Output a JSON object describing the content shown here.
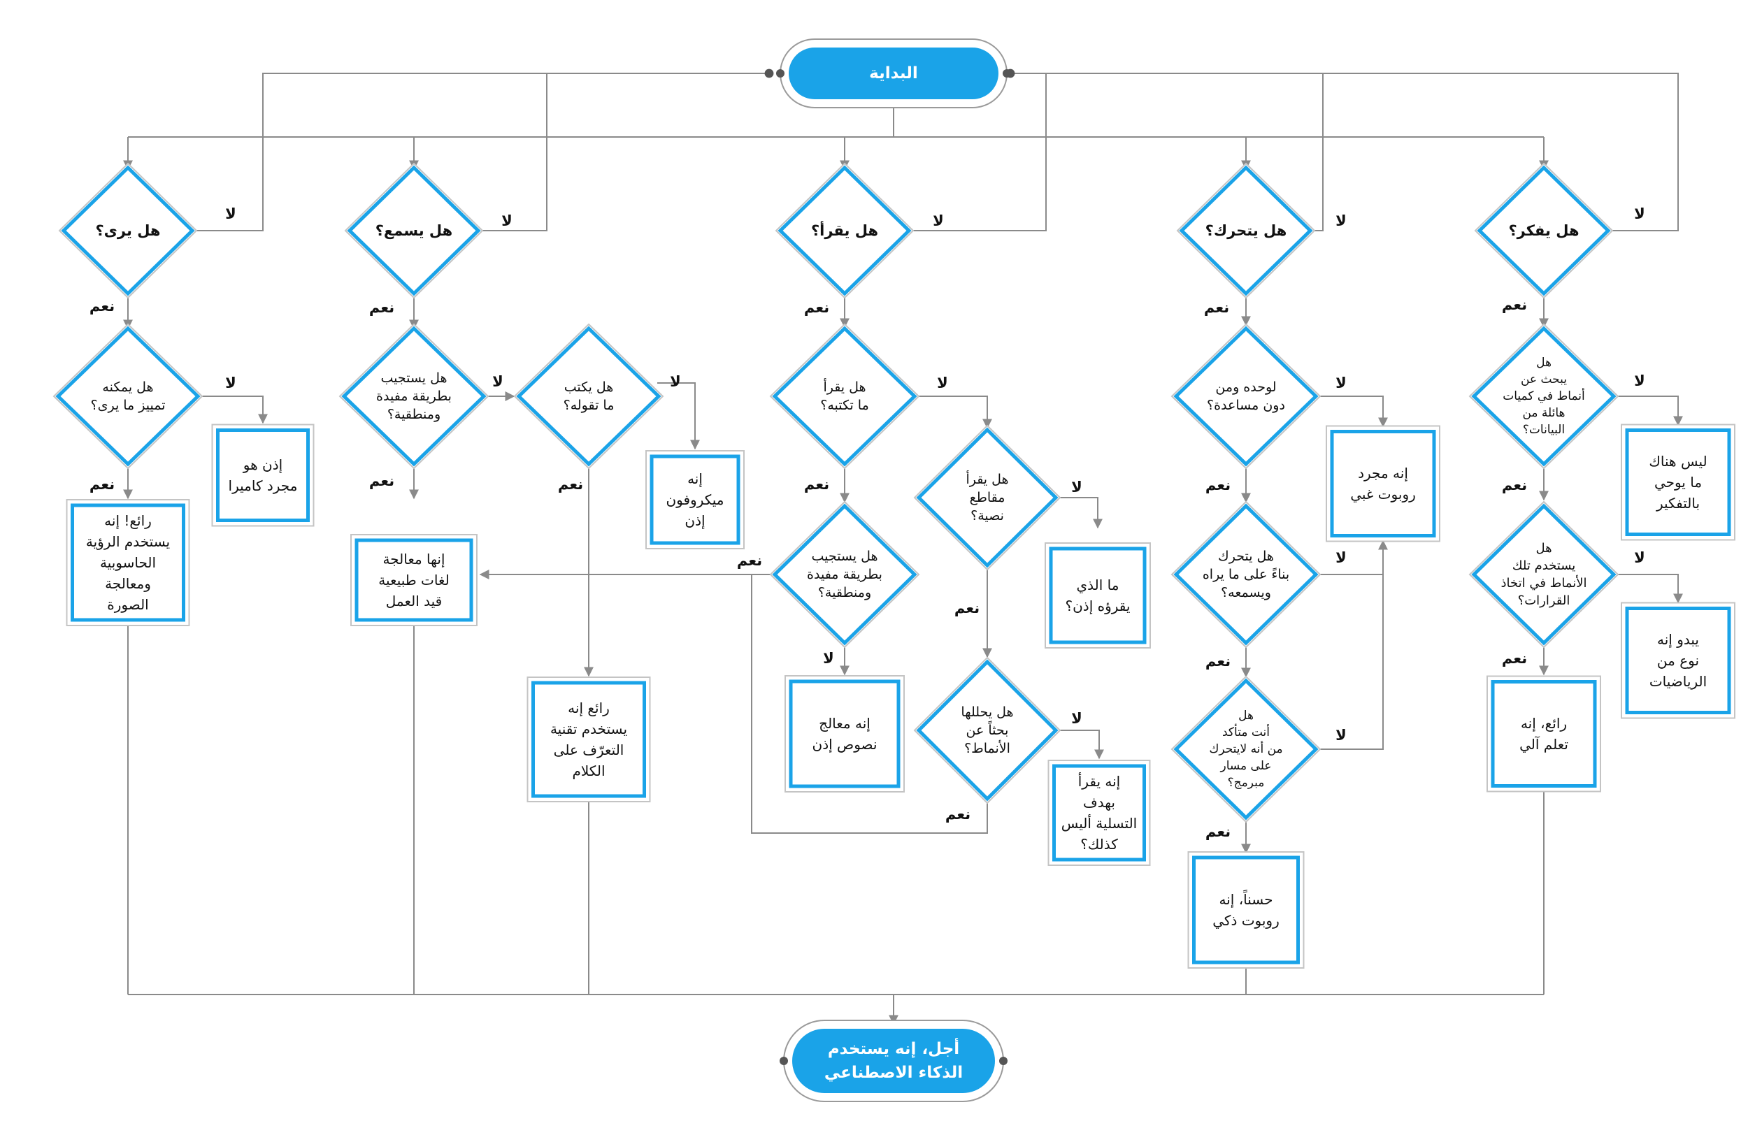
{
  "start": {
    "label": "البداية"
  },
  "end": {
    "lines": [
      "أجل، إنه يستخدم",
      "الذكاء الاصطناعي"
    ]
  },
  "edge_labels": {
    "yes": "نعم",
    "no": "لا"
  },
  "questions": {
    "q1": [
      "هل يرى؟"
    ],
    "q2": [
      "هل يسمع؟"
    ],
    "q3": [
      "هل يقرأ؟"
    ],
    "q4": [
      "هل يتحرك؟"
    ],
    "q5": [
      "هل يفكر؟"
    ],
    "q1a": [
      "هل يمكنه",
      "تمييز ما يرى؟"
    ],
    "q2a": [
      "هل يستجيب",
      "بطريقة مفيدة",
      "ومنطقية؟"
    ],
    "q2b": [
      "هل يكتب",
      "ما تقوله؟"
    ],
    "q3a": [
      "هل يقرأ",
      "ما تكتبه؟"
    ],
    "q3b": [
      "هل يستجيب",
      "بطريقة مفيدة",
      "ومنطقية؟"
    ],
    "q3c": [
      "هل يقرأ",
      "مقاطع",
      "نصية؟"
    ],
    "q3d": [
      "هل يحللها",
      "بحثاً عن",
      "الأنماط؟"
    ],
    "q4a": [
      "لوحده ومن",
      "دون مساعدة؟"
    ],
    "q4b": [
      "هل يتحرك",
      "بناءً على ما يراه",
      "ويسمعه؟"
    ],
    "q4c": [
      "هل",
      "أنت متأكد",
      "من أنه لايتحرك",
      "على مسار",
      "مبرمج؟"
    ],
    "q5a": [
      "هل",
      "يبحث عن",
      "أنماط في كميات",
      "هائلة من",
      "البيانات؟"
    ],
    "q5b": [
      "هل",
      "يستخدم تلك",
      "الأنماط في اتخاذ",
      "القرارات؟"
    ]
  },
  "results": {
    "r1": [
      "إذن هو",
      "مجرد كاميرا"
    ],
    "r2": [
      "رائع! إنه",
      "يستخدم الرؤية",
      "الحاسوبية",
      "ومعالجة",
      "الصورة"
    ],
    "r3": [
      "إنه",
      "ميكروفون",
      "إذن"
    ],
    "r4": [
      "إنها معالجة",
      "لغات طبيعية",
      "قيد العمل"
    ],
    "r5": [
      "رائع إنه",
      "يستخدم تقنية",
      "التعرّف على",
      "الكلام"
    ],
    "r6": [
      "إنه معالج",
      "نصوص إذن"
    ],
    "r7": [
      "ما الذي",
      "يقرؤه إذن؟"
    ],
    "r8": [
      "إنه يقرأ",
      "بهدف",
      "التسلية أليس",
      "كذلك؟"
    ],
    "r9": [
      "إنه مجرد",
      "روبوت غبي"
    ],
    "r10": [
      "حسناً، إنه",
      "روبوت ذكي"
    ],
    "r11": [
      "ليس هناك",
      "ما يوحي",
      "بالتفكير"
    ],
    "r12": [
      "يبدو إنه",
      "نوع من",
      "الرياضيات"
    ],
    "r13": [
      "رائع، إنه",
      "تعلم آلي"
    ]
  },
  "colors": {
    "accent": "#1aa3e8",
    "line": "#8a8a8a",
    "box_border": "#c4c4c4",
    "text": "#111111"
  }
}
